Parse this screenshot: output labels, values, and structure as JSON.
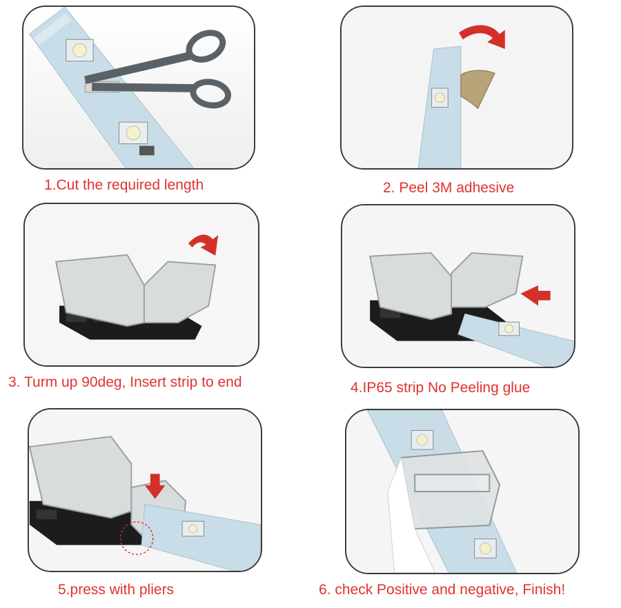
{
  "steps": [
    {
      "caption": "1.Cut the required length",
      "illustration": "scissors-cutting-strip"
    },
    {
      "caption": "2. Peel 3M adhesive",
      "illustration": "peeling-adhesive-strip"
    },
    {
      "caption": "3. Turm up 90deg, Insert strip to end",
      "illustration": "connector-open-lid"
    },
    {
      "caption": "4.IP65 strip No Peeling glue",
      "illustration": "insert-strip-into-connector"
    },
    {
      "caption": "5.press with pliers",
      "illustration": "press-connector-with-pliers"
    },
    {
      "caption": "6. check Positive and negative, Finish!",
      "illustration": "finished-connection"
    }
  ],
  "colors": {
    "caption": "#e0322e",
    "arrow": "#d3302a",
    "strip": "#c9dde8",
    "connector_body": "#1c1c1c",
    "connector_clip": "#d9dcdd",
    "panel_border": "#3a3a3a"
  }
}
